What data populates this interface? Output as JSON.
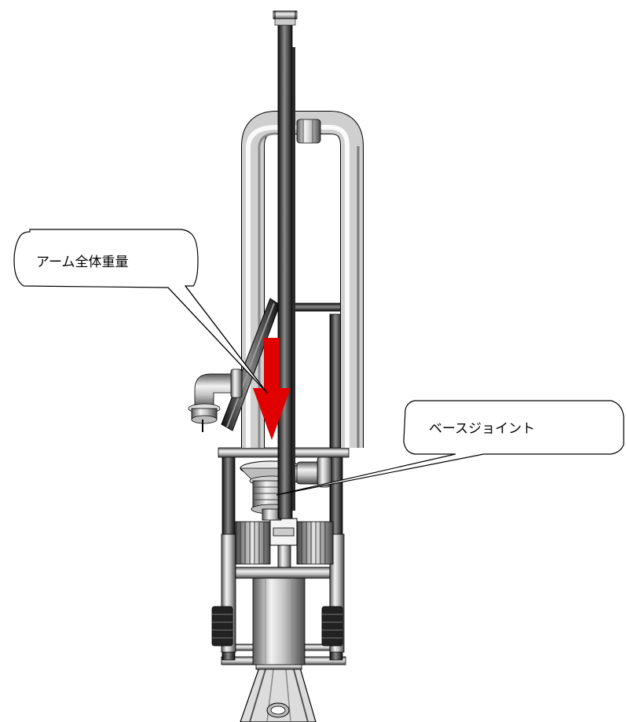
{
  "callouts": [
    {
      "id": "arm-weight",
      "text": "アーム全体重量"
    },
    {
      "id": "base-joint",
      "text": "ベースジョイント"
    }
  ],
  "colors": {
    "arrow": "#e00000",
    "pipe_dark": "#3a3a3a",
    "pipe_mid": "#9a9a9a",
    "pipe_light": "#e6e6e6",
    "outline": "#000000"
  }
}
